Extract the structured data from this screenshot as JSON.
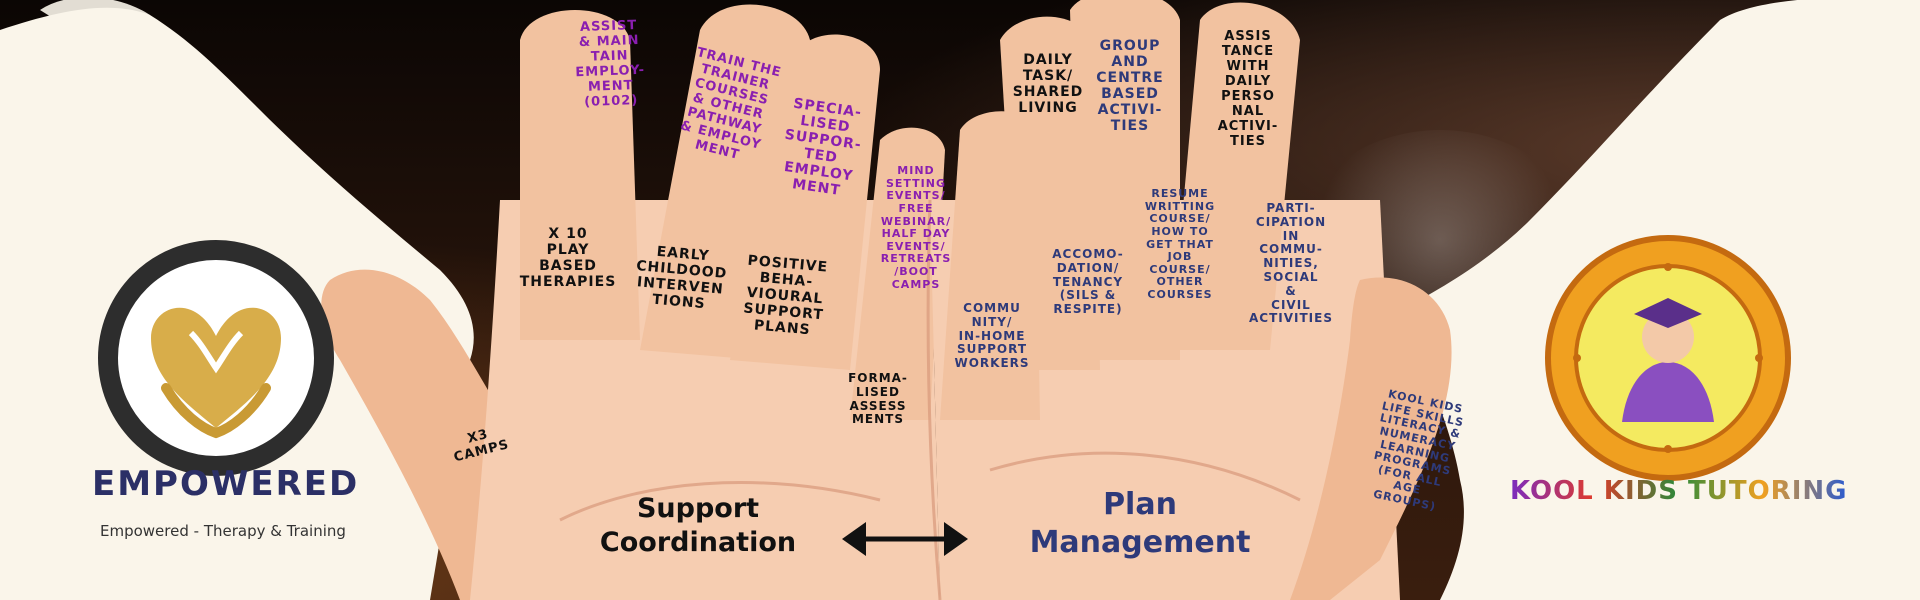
{
  "palette": {
    "purple": "#8a1fb0",
    "black": "#111111",
    "blue": "#2e3a7a",
    "wing": "#faf5ea",
    "gold": "#d8ad4a"
  },
  "left_brand": {
    "logo_icon": "hands-heart-icon",
    "name": "EMPOWERED",
    "tagline": "Empowered - Therapy & Training"
  },
  "right_brand": {
    "logo_icon": "tutor-emblem-icon",
    "name": "KOOL KIDS TUTORING"
  },
  "services": {
    "assist_employment": "ASSIST\n& MAIN\nTAIN\nEMPLOY-\nMENT\n(0102)",
    "train_trainer": "TRAIN THE\nTRAINER\nCOURSES\n& OTHER\nPATHWAY\n& EMPLOY\nMENT",
    "specialised_employment": "SPECIA-\nLISED\nSUPPOR-\nTED\nEMPLOY\nMENT",
    "mind_setting": "MIND\nSETTING\nEVENTS/\nFREE\nWEBINAR/\nHALF DAY\nEVENTS/\nRETREATS\n/BOOT\nCAMPS",
    "daily_task": "DAILY\nTASK/\nSHARED\nLIVING",
    "group_centre": "GROUP\nAND\nCENTRE\nBASED\nACTIVI-\nTIES",
    "assistance_daily": "ASSIS\nTANCE\nWITH\nDAILY\nPERSO\nNAL\nACTIVI-\nTIES",
    "play_therapies": "X 10\nPLAY\nBASED\nTHERAPIES",
    "early_childhood": "EARLY\nCHILDOOD\nINTERVEN\nTIONS",
    "positive_behaviour": "POSITIVE\nBEHA-\nVIOURAL\nSUPPORT\nPLANS",
    "formalised_assessments": "FORMA-\nLISED\nASSESS\nMENTS",
    "community_support": "COMMU\nNITY/\nIN-HOME\nSUPPORT\nWORKERS",
    "accommodation": "ACCOMO-\nDATION/\nTENANCY\n(SILS &\nRESPITE)",
    "resume_course": "RESUME\nWRITTING\nCOURSE/\nHOW TO\nGET THAT\nJOB\nCOURSE/\nOTHER\nCOURSES",
    "participation": "PARTI-\nCIPATION\nIN\nCOMMU-\nNITIES,\nSOCIAL\n&\nCIVIL\nACTIVITIES",
    "camps": "X3\nCAMPS",
    "kool_kids_programs": "KOOL KIDS\nLIFE SKILLS\nLITERACY &\nNUMERACY\nLEARNING\nPROGRAMS\n(FOR ALL\nAGE\nGROUPS)"
  },
  "bottom": {
    "support_coordination": "Support\nCoordination",
    "plan_management": "Plan\nManagement",
    "arrow_icon": "double-arrow-icon"
  }
}
